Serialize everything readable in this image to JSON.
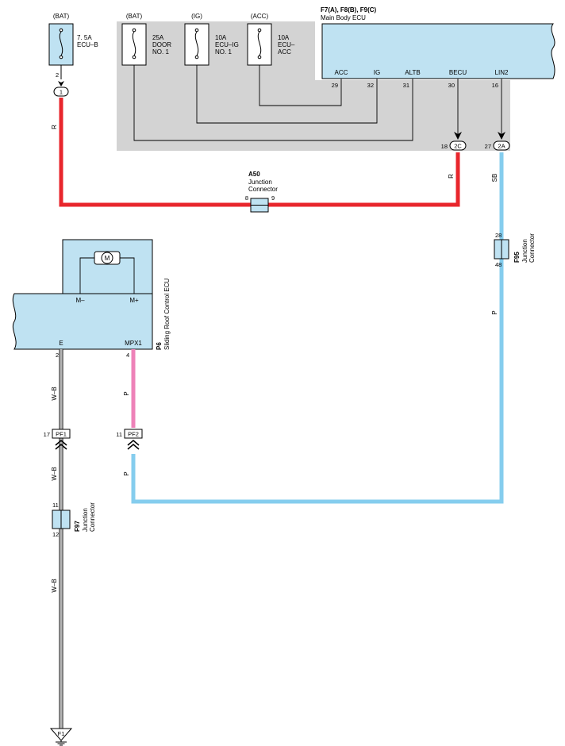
{
  "colors": {
    "red_wire": "#e8262c",
    "sb_wire": "#85cdee",
    "pink_wire": "#ee82b8",
    "ecu_fill": "#bfe2f2",
    "gray_box": "#d3d3d3"
  },
  "fuses": [
    {
      "source": "(BAT)",
      "line1": "7. 5A",
      "line2": "ECU–B",
      "line3": ""
    },
    {
      "source": "(BAT)",
      "line1": "25A",
      "line2": "DOOR",
      "line3": "NO. 1"
    },
    {
      "source": "(IG)",
      "line1": "10A",
      "line2": "ECU–IG",
      "line3": "NO. 1"
    },
    {
      "source": "(ACC)",
      "line1": "10A",
      "line2": "ECU–",
      "line3": "ACC"
    }
  ],
  "fuse_pin": "2",
  "connector_1": "1",
  "main_ecu": {
    "title": "F7(A), F8(B), F9(C)",
    "name": "Main Body ECU",
    "terminals": [
      {
        "label": "ACC",
        "pin": "29"
      },
      {
        "label": "IG",
        "pin": "32"
      },
      {
        "label": "ALTB",
        "pin": "31"
      },
      {
        "label": "BECU",
        "pin": "30"
      },
      {
        "label": "LIN2",
        "pin": "16"
      }
    ],
    "conn_2c_pin": "18",
    "conn_2c": "2C",
    "conn_2a_pin": "27",
    "conn_2a": "2A"
  },
  "wire_labels": {
    "r_left": "R",
    "r_right": "R",
    "sb": "SB",
    "p_right": "P",
    "p_upper": "P",
    "p_lower": "P",
    "wb_1": "W–B",
    "wb_2": "W–B",
    "wb_3": "W–B"
  },
  "a50": {
    "id": "A50",
    "line1": "Junction",
    "line2": "Connector",
    "pin_left": "8",
    "pin_right": "9"
  },
  "f95": {
    "id": "F95",
    "line1": "Junction",
    "line2": "Connector",
    "pin_top": "28",
    "pin_bottom": "48"
  },
  "p6": {
    "id": "P6",
    "name": "Sliding Roof Control ECU",
    "motor": "M",
    "m_minus": "M–",
    "m_plus": "M+",
    "e_label": "E",
    "mpx1_label": "MPX1",
    "e_pin": "2",
    "mpx1_pin": "4"
  },
  "pf1": {
    "label": "PF1",
    "pin": "17"
  },
  "pf2": {
    "label": "PF2",
    "pin": "11"
  },
  "f97": {
    "id": "F97",
    "line1": "Junction",
    "line2": "Connector",
    "pin_top": "11",
    "pin_bottom": "12"
  },
  "ground": "F1"
}
